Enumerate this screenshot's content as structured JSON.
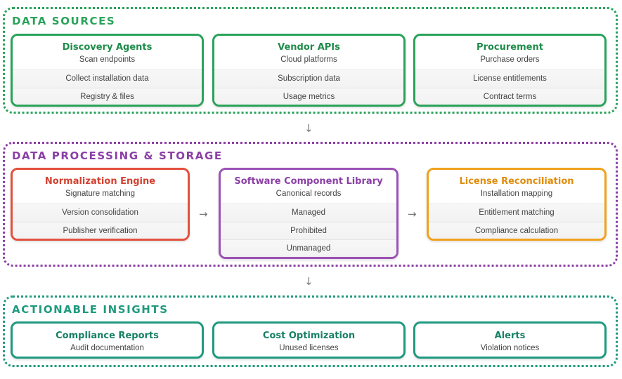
{
  "sections": {
    "sources": {
      "title": "DATA SOURCES",
      "cards": [
        {
          "title": "Discovery Agents",
          "subtitle": "Scan endpoints",
          "rows": [
            "Collect installation data",
            "Registry & files"
          ]
        },
        {
          "title": "Vendor APIs",
          "subtitle": "Cloud platforms",
          "rows": [
            "Subscription data",
            "Usage metrics"
          ]
        },
        {
          "title": "Procurement",
          "subtitle": "Purchase orders",
          "rows": [
            "License entitlements",
            "Contract terms"
          ]
        }
      ]
    },
    "processing": {
      "title": "DATA PROCESSING & STORAGE",
      "cards": [
        {
          "title": "Normalization Engine",
          "subtitle": "Signature matching",
          "rows": [
            "Version consolidation",
            "Publisher verification"
          ]
        },
        {
          "title": "Software Component Library",
          "subtitle": "Canonical records",
          "rows": [
            "Managed",
            "Prohibited",
            "Unmanaged"
          ]
        },
        {
          "title": "License Reconciliation",
          "subtitle": "Installation mapping",
          "rows": [
            "Entitlement matching",
            "Compliance calculation"
          ]
        }
      ]
    },
    "insights": {
      "title": "ACTIONABLE INSIGHTS",
      "cards": [
        {
          "title": "Compliance Reports",
          "subtitle": "Audit documentation"
        },
        {
          "title": "Cost Optimization",
          "subtitle": "Unused licenses"
        },
        {
          "title": "Alerts",
          "subtitle": "Violation notices"
        }
      ]
    }
  },
  "arrows": {
    "down": "↓",
    "right": "→"
  },
  "colors": {
    "sources": "#2aa35a",
    "processing": "#8b3fa6",
    "insights": "#1f9a7e",
    "normalization": "#e2503e",
    "library": "#9b52b6",
    "reconciliation": "#f0a21c"
  }
}
